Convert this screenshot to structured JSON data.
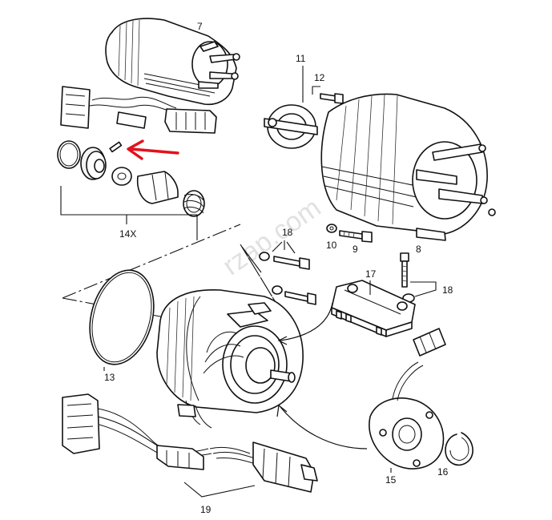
{
  "labels": {
    "l7": "7",
    "l11": "11",
    "l12": "12",
    "l14x": "14X",
    "l10": "10",
    "l9": "9",
    "l8": "8",
    "l18a": "18",
    "l17": "17",
    "l18b": "18",
    "l13": "13",
    "l15": "15",
    "l16": "16",
    "l19": "19"
  },
  "watermark": "rzap.com",
  "colors": {
    "highlight_arrow": "#e3121b",
    "line": "#111111"
  }
}
